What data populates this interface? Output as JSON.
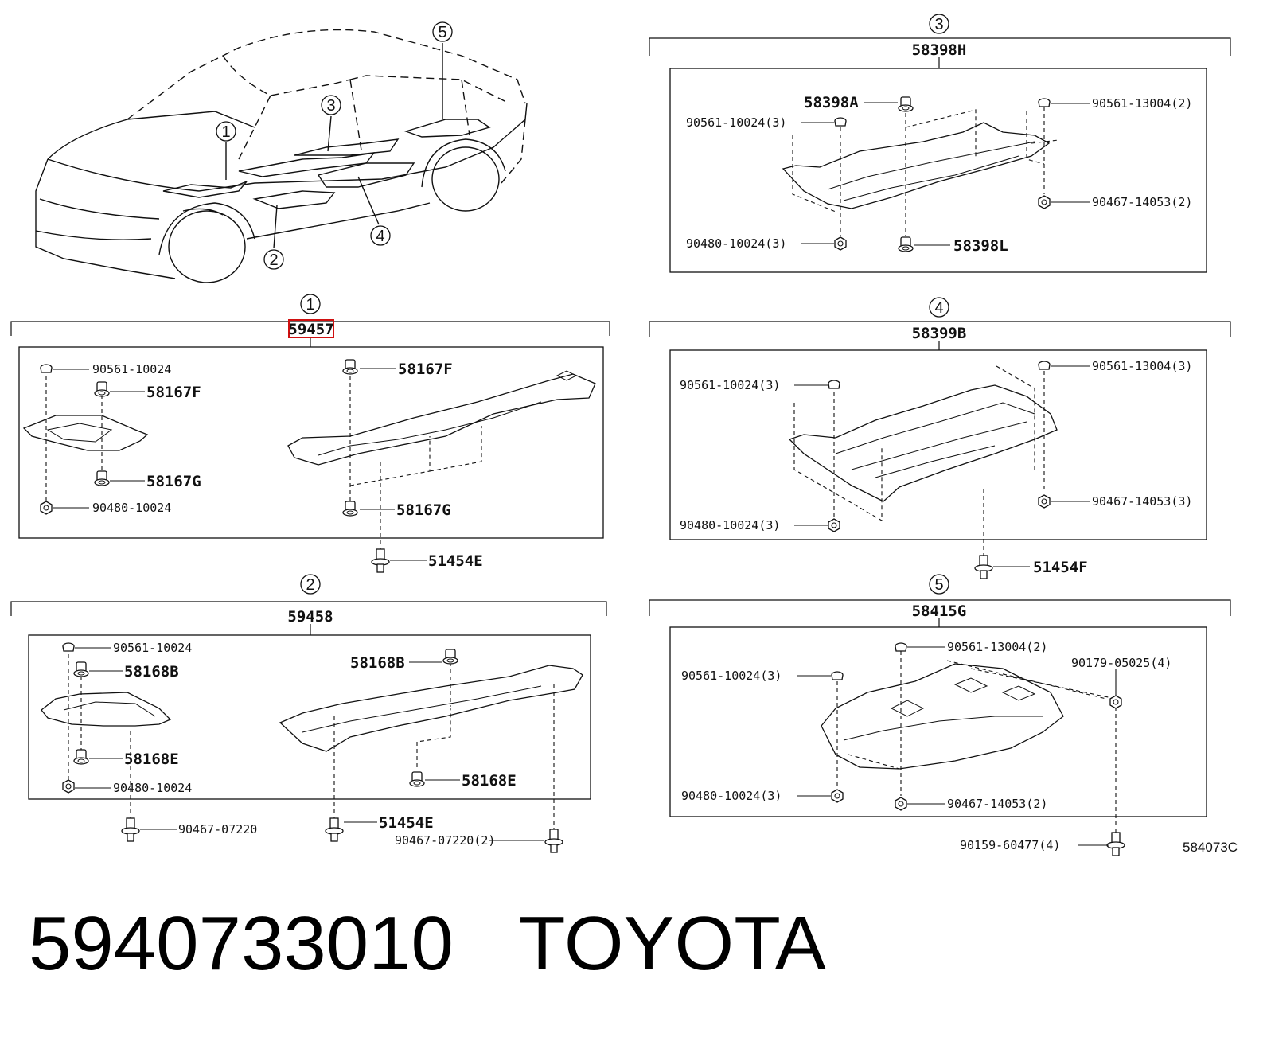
{
  "footer": {
    "part_number": "5940733010",
    "brand": "TOYOTA"
  },
  "diagram_ref": "584073C",
  "overview": {
    "callouts": [
      "1",
      "2",
      "3",
      "4",
      "5"
    ]
  },
  "sections": [
    {
      "id": "1",
      "assembly": "59457",
      "highlighted": true,
      "highlight_color": "#d01010",
      "labels": [
        "90561-10024",
        "58167F",
        "58167G",
        "90480-10024",
        "58167F",
        "58167G"
      ],
      "outside_labels": [
        "51454E"
      ]
    },
    {
      "id": "2",
      "assembly": "59458",
      "labels": [
        "90561-10024",
        "58168B",
        "58168E",
        "90480-10024",
        "58168B",
        "58168E"
      ],
      "outside_labels": [
        "90467-07220",
        "51454E",
        "90467-07220(2)"
      ]
    },
    {
      "id": "3",
      "assembly": "58398H",
      "labels": [
        "58398A",
        "90561-10024(3)",
        "90561-13004(2)",
        "90467-14053(2)",
        "90480-10024(3)",
        "58398L"
      ]
    },
    {
      "id": "4",
      "assembly": "58399B",
      "labels": [
        "90561-10024(3)",
        "90561-13004(3)",
        "90467-14053(3)",
        "90480-10024(3)"
      ],
      "outside_labels": [
        "51454F"
      ]
    },
    {
      "id": "5",
      "assembly": "58415G",
      "labels": [
        "90561-13004(2)",
        "90561-10024(3)",
        "90179-05025(4)",
        "90480-10024(3)",
        "90467-14053(2)"
      ],
      "outside_labels": [
        "90159-60477(4)"
      ]
    }
  ]
}
